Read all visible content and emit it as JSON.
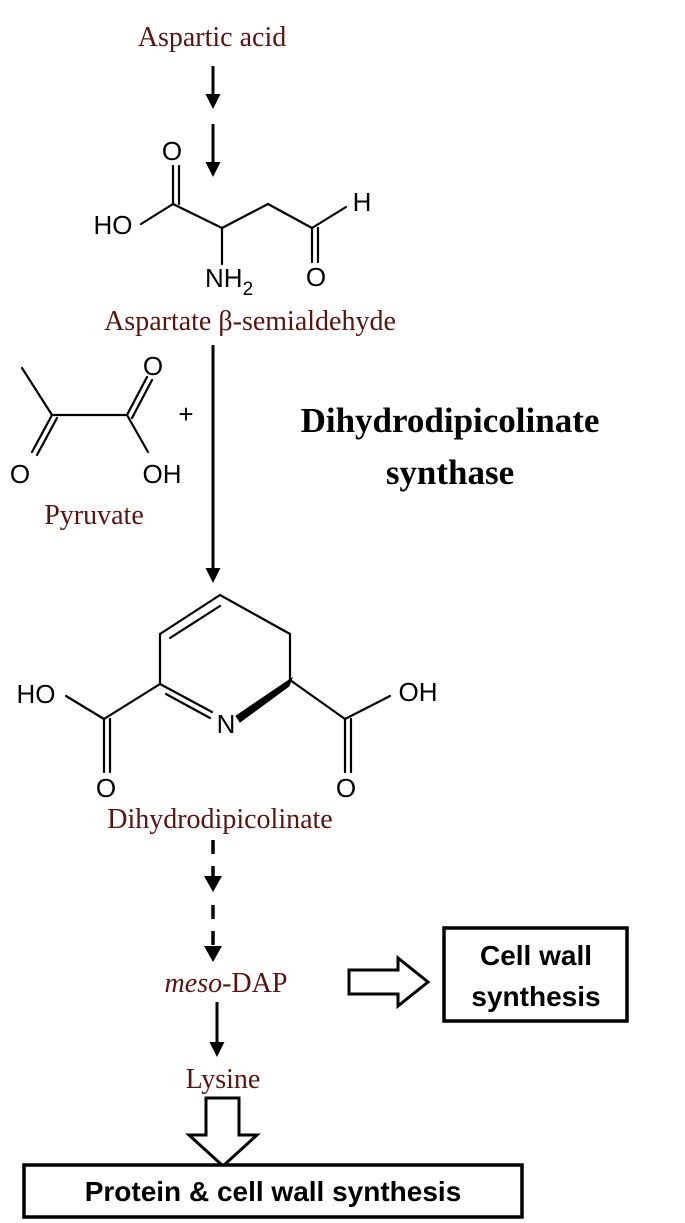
{
  "compounds": {
    "aspartic_acid": "Aspartic acid",
    "aspartate_prefix": "Aspartate ",
    "aspartate_beta": "β",
    "aspartate_suffix": "-semialdehyde",
    "pyruvate": "Pyruvate",
    "dihydrodipicolinate": "Dihydrodipicolinate",
    "meso_prefix": "meso",
    "meso_suffix": "-DAP",
    "lysine": "Lysine"
  },
  "atoms": {
    "O": "O",
    "HO": "HO",
    "OH": "OH",
    "H": "H",
    "NH": "NH",
    "sub2": "2",
    "N": "N",
    "plus": "+"
  },
  "enzyme": {
    "line1": "Dihydrodipicolinate",
    "line2": "synthase"
  },
  "boxes": {
    "cell_wall_line1": "Cell wall",
    "cell_wall_line2": "synthesis",
    "protein": "Protein & cell wall synthesis"
  },
  "colors": {
    "compound_label": "#5a1410",
    "line": "#000000",
    "background": "#ffffff"
  }
}
